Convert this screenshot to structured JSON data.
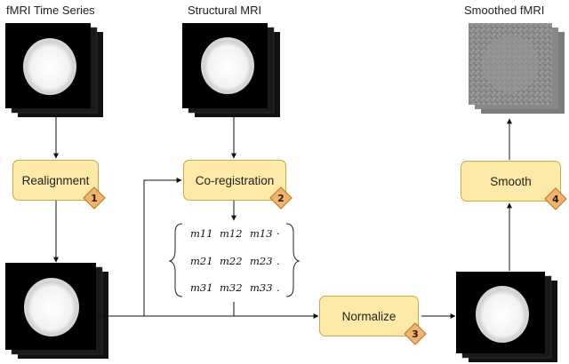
{
  "labels": {
    "fmri_time_series": "fMRI Time Series",
    "structural_mri": "Structural MRI",
    "smoothed_fmri": "Smoothed fMRI"
  },
  "steps": [
    {
      "label": "Realignment",
      "number": "1"
    },
    {
      "label": "Co-registration",
      "number": "2"
    },
    {
      "label": "Normalize",
      "number": "3"
    },
    {
      "label": "Smooth",
      "number": "4"
    }
  ],
  "matrix": [
    [
      "m11",
      "m12",
      "m13",
      "·"
    ],
    [
      "m21",
      "m22",
      "m23",
      "."
    ],
    [
      "m31",
      "m32",
      "m33",
      "."
    ]
  ],
  "colors": {
    "step_fill": "#fde9a8",
    "step_border": "#c9a948",
    "badge_fill": "#f2b36b",
    "arrow": "#111111"
  }
}
